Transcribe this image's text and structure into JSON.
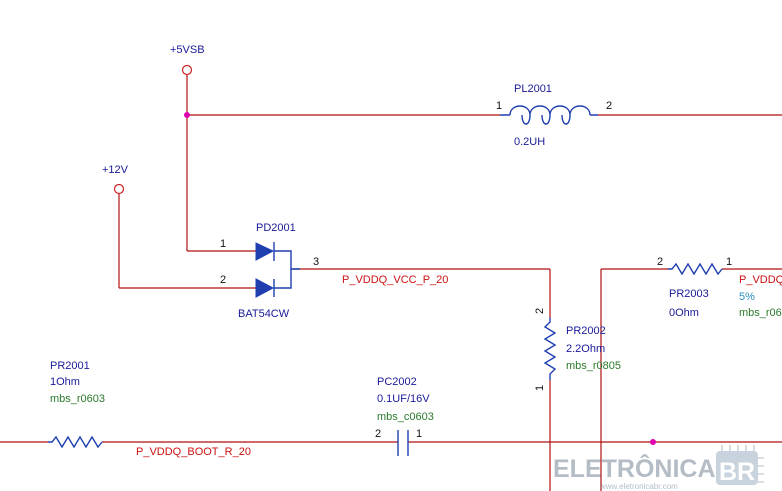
{
  "power": {
    "p5vsb": "+5VSB",
    "p12v": "+12V"
  },
  "inductor": {
    "ref": "PL2001",
    "value": "0.2UH",
    "pin1": "1",
    "pin2": "2"
  },
  "diode": {
    "ref": "PD2001",
    "part": "BAT54CW",
    "pin1": "1",
    "pin2": "2",
    "pin3": "3"
  },
  "nets": {
    "vcc": "P_VDDQ_VCC_P_20",
    "boot": "P_VDDQ_BOOT_R_20",
    "right_partial": "P_VDDQ"
  },
  "r2002": {
    "ref": "PR2002",
    "value": "2.2Ohm",
    "footprint": "mbs_r0805",
    "pin_top": "2",
    "pin_bottom": "1"
  },
  "r2003": {
    "ref": "PR2003",
    "value": "0Ohm",
    "pin_left": "2",
    "pin_right": "1",
    "tolerance": "5%",
    "footprint": "mbs_r06"
  },
  "r2001": {
    "ref": "PR2001",
    "value": "1Ohm",
    "footprint": "mbs_r0603"
  },
  "c2002": {
    "ref": "PC2002",
    "value": "0.1UF/16V",
    "footprint": "mbs_c0603",
    "pin_left": "2",
    "pin_right": "1"
  },
  "watermark": {
    "brand": "ELETRÔNICA",
    "badge": "BR",
    "url": "www.eletronicabr.com"
  },
  "colors": {
    "wire": "#b01010",
    "component": "#1f3fb0",
    "label": "#1a1a99",
    "net_label": "#cc1111",
    "footprint": "#2a7a2a",
    "tolerance": "#2a8fc8",
    "junction": "#e000b0"
  }
}
